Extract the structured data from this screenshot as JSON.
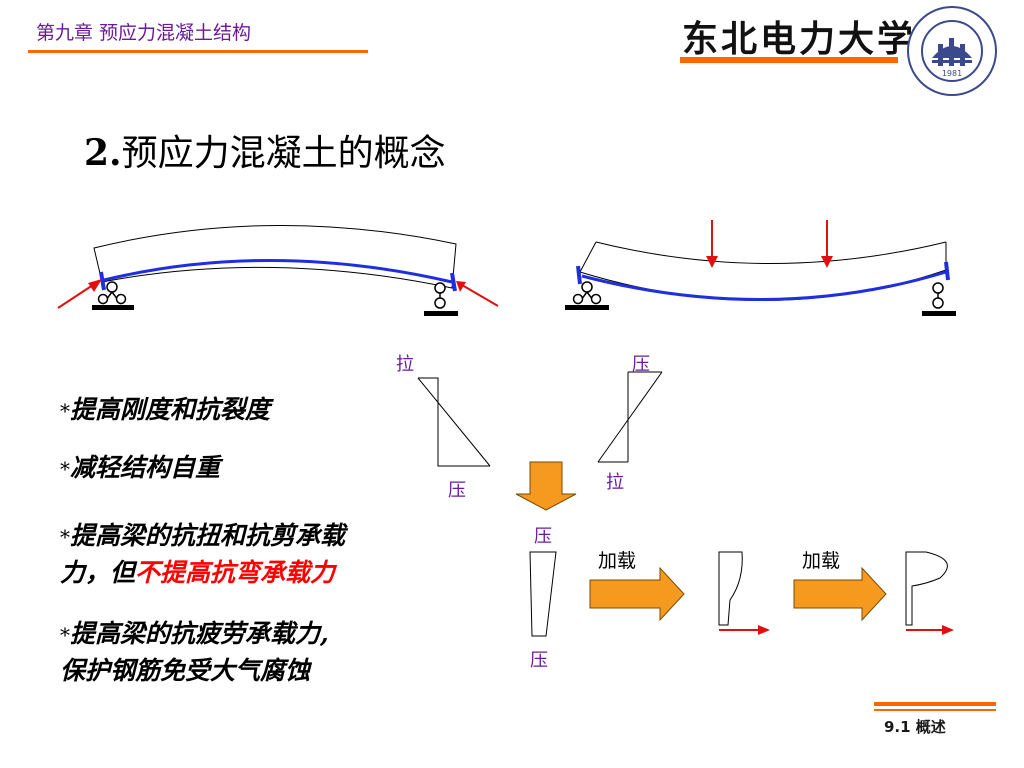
{
  "header": {
    "chapter": "第九章  预应力混凝土结构",
    "university": "东北电力大学",
    "emblem_year": "1981"
  },
  "title": {
    "number": "2.",
    "text": "预应力混凝土的概念"
  },
  "bullets": [
    {
      "star": "*",
      "lines": [
        "提高刚度和抗裂度"
      ]
    },
    {
      "star": "*",
      "lines": [
        "减轻结构自重"
      ]
    },
    {
      "star": "*",
      "line1": "提高梁的抗扭和抗剪承载",
      "line2_normal": "力，但",
      "line2_red": "不提高抗弯承载力"
    },
    {
      "star": "*",
      "line1": "提高梁的抗疲劳承载力,",
      "line2": "保护钢筋免受大气腐蚀"
    }
  ],
  "diagram": {
    "tension": "拉",
    "compression": "压",
    "loading": "加载"
  },
  "footer": {
    "section": "9.1  概述"
  },
  "colors": {
    "accent_orange": "#ff6600",
    "tendon_blue": "#1f2fe0",
    "arrow_red": "#e01010",
    "header_purple": "#6a1b9a"
  }
}
